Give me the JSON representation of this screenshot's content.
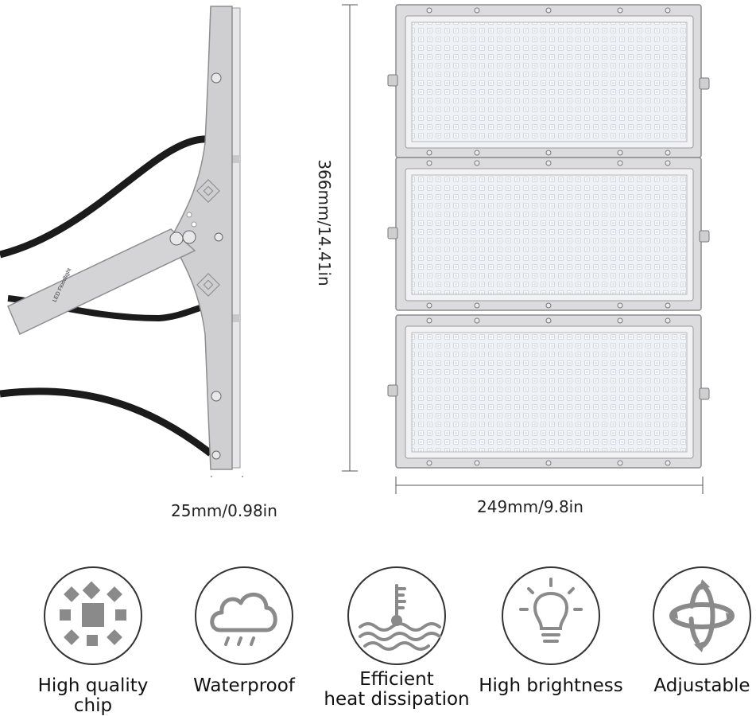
{
  "dimensions": {
    "depth": "25mm/0.98in",
    "height": "366mm/14.41in",
    "width": "249mm/9.8in"
  },
  "product_label": "LED Floodlight",
  "features": [
    {
      "icon": "led-chip-icon",
      "label": "High quality chip"
    },
    {
      "icon": "rain-cloud-icon",
      "label": "Waterproof"
    },
    {
      "icon": "thermometer-waves-icon",
      "label_line1": "Efficient",
      "label_line2": "heat dissipation"
    },
    {
      "icon": "light-bulb-icon",
      "label": "High brightness"
    },
    {
      "icon": "rotate-arrows-icon",
      "label": "Adjustable"
    }
  ],
  "colors": {
    "housing": "#d9d9dc",
    "led_panel": "#eef1f6",
    "cable": "#1b1b1b",
    "icon_gray": "#8a8a8a"
  }
}
